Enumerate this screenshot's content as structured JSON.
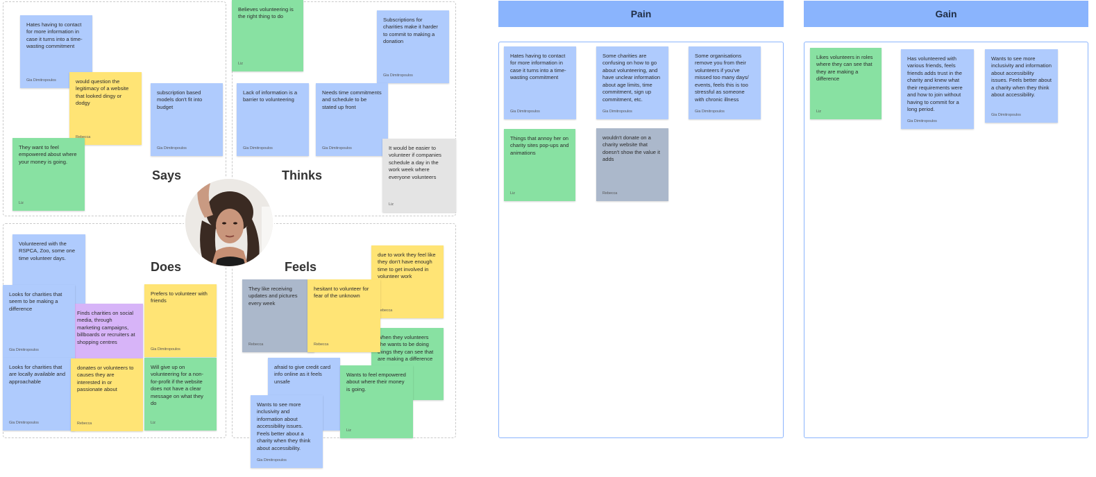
{
  "empathy_map": {
    "quadrants": {
      "says": "Says",
      "thinks": "Thinks",
      "does": "Does",
      "feels": "Feels"
    },
    "says_notes": [
      {
        "text": "Hates having to contact for more information in case it turns into a time-wasting commitment",
        "author": "Gia Dimitropoulos",
        "color": "blue"
      },
      {
        "text": "would question the legitimacy of a website that looked dingy or dodgy",
        "author": "Rebecca",
        "color": "yellow"
      },
      {
        "text": "subscription based models don't fit into budget",
        "author": "Gia Dimitropoulos",
        "color": "blue"
      },
      {
        "text": "They want to feel empowered about where your money is going.",
        "author": "Liz",
        "color": "green"
      }
    ],
    "thinks_notes": [
      {
        "text": "Believes volunteering is the right thing to do",
        "author": "Liz",
        "color": "green"
      },
      {
        "text": "Subscriptions for charities make it harder to commit to making a donation",
        "author": "Gia Dimitropoulos",
        "color": "blue"
      },
      {
        "text": "Lack of information is a barrier to volunteering",
        "author": "Gia Dimitropoulos",
        "color": "blue"
      },
      {
        "text": "Needs time commitments and schedule to be stated up front",
        "author": "Gia Dimitropoulos",
        "color": "blue"
      },
      {
        "text": "It would be easier to volunteer if companies schedule a day in the work week where everyone volunteers",
        "author": "Liz",
        "color": "grey"
      }
    ],
    "does_notes": [
      {
        "text": "Volunteered with the RSPCA, Zoo, some one time volunteer days.",
        "author": "",
        "color": "blue"
      },
      {
        "text": "Looks for charities that seem to be making a difference",
        "author": "Gia Dimitropoulos",
        "color": "blue"
      },
      {
        "text": "Finds charities on social media, through marketing campaigns, billboards or recruiters at shopping centres",
        "author": "",
        "color": "purple"
      },
      {
        "text": "Prefers to volunteer with friends",
        "author": "Gia Dimitropoulos",
        "color": "yellow"
      },
      {
        "text": "Looks for charities that are locally available and approachable",
        "author": "Gia Dimitropoulos",
        "color": "blue"
      },
      {
        "text": "donates or volunteers to causes they are interested in or passionate about",
        "author": "Rebecca",
        "color": "yellow"
      },
      {
        "text": "Will give up on volunteering for a non-for-profit if the website does not have a clear message on what they do",
        "author": "Liz",
        "color": "green"
      }
    ],
    "feels_notes": [
      {
        "text": "due to work they feel like they don't have enough time to get involved in volunteer work",
        "author": "Rebecca",
        "color": "yellow"
      },
      {
        "text": "They like receiving updates and pictures every week",
        "author": "Rebecca",
        "color": "slate"
      },
      {
        "text": "hesitant to volunteer for fear of the unknown",
        "author": "Rebecca",
        "color": "yellow"
      },
      {
        "text": "When they volunteers she wants to be doing things they can see that are making a difference",
        "author": "",
        "color": "green"
      },
      {
        "text": "afraid to give credit card info online as it feels unsafe",
        "author": "",
        "color": "blue"
      },
      {
        "text": "Wants to feel empowered about where their money is going.",
        "author": "Liz",
        "color": "green"
      },
      {
        "text": "Wants to see more inclusivity and information about accessibility issues. Feels better about a charity when they think about accessibility.",
        "author": "Gia Dimitropoulos",
        "color": "blue"
      }
    ]
  },
  "pain": {
    "title": "Pain",
    "notes": [
      {
        "text": "Hates having to contact for more information in case it turns into a time-wasting commitment",
        "author": "Gia Dimitropoulos",
        "color": "blue"
      },
      {
        "text": "Some charities are confusing on how to go about volunteering, and have unclear information about age limits, time commitment, sign up commitment, etc.",
        "author": "Gia Dimitropoulos",
        "color": "blue"
      },
      {
        "text": "Some organisations remove you from their volunteers if you've missed too many days/ events, feels this is too stressful as someone with chronic illness",
        "author": "Gia Dimitropoulos",
        "color": "blue"
      },
      {
        "text": "Things that annoy her on charity sites pop-ups and animations",
        "author": "Liz",
        "color": "green"
      },
      {
        "text": "wouldn't donate on a charity website that doesn't show the value it adds",
        "author": "Rebecca",
        "color": "slate"
      }
    ]
  },
  "gain": {
    "title": "Gain",
    "notes": [
      {
        "text": "Likes volunteers in roles where they can see that they are making a difference",
        "author": "Liz",
        "color": "green"
      },
      {
        "text": "Has volunteered with various friends, feels friends adds trust in the charity and knew what their requirements were and how to join without having to commit for a long period.",
        "author": "Gia Dimitropoulos",
        "color": "blue"
      },
      {
        "text": "Wants to see more inclusivity and information about accessibility issues. Feels better about a charity when they think about accessibility.",
        "author": "Gia Dimitropoulos",
        "color": "blue"
      }
    ]
  },
  "colors": {
    "blue": "#afcbfd",
    "green": "#88e1a2",
    "yellow": "#ffe475",
    "purple": "#d7b4f8",
    "slate": "#abb8cb",
    "grey": "#e4e4e4",
    "panel_accent": "#8ab4fd"
  }
}
